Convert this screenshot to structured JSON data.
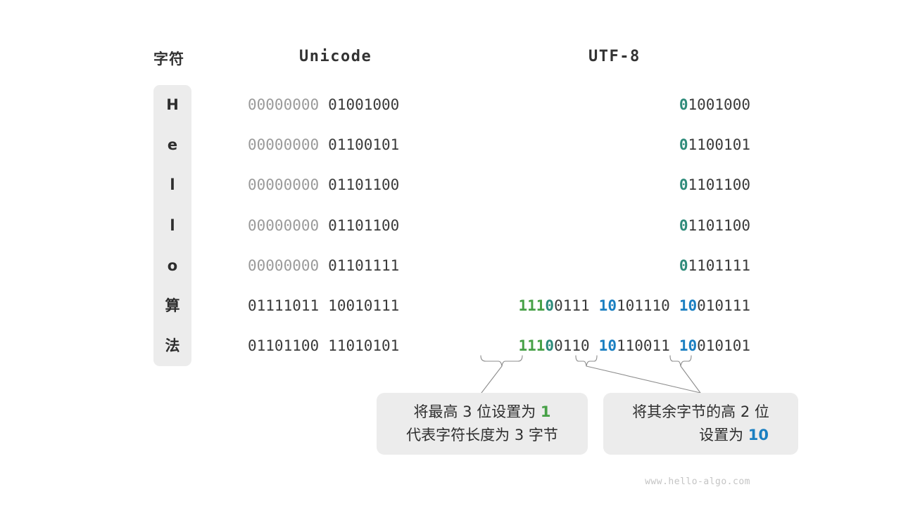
{
  "headers": {
    "character": "字符",
    "unicode": "Unicode",
    "utf8": "UTF-8"
  },
  "rows": [
    {
      "char": "H",
      "unicode_high": "00000000",
      "unicode_low": "01001000",
      "utf8_bytes": [
        {
          "marker": "0",
          "marker_color": "teal",
          "payload": "1001000"
        }
      ]
    },
    {
      "char": "e",
      "unicode_high": "00000000",
      "unicode_low": "01100101",
      "utf8_bytes": [
        {
          "marker": "0",
          "marker_color": "teal",
          "payload": "1100101"
        }
      ]
    },
    {
      "char": "l",
      "unicode_high": "00000000",
      "unicode_low": "01101100",
      "utf8_bytes": [
        {
          "marker": "0",
          "marker_color": "teal",
          "payload": "1101100"
        }
      ]
    },
    {
      "char": "l",
      "unicode_high": "00000000",
      "unicode_low": "01101100",
      "utf8_bytes": [
        {
          "marker": "0",
          "marker_color": "teal",
          "payload": "1101100"
        }
      ]
    },
    {
      "char": "o",
      "unicode_high": "00000000",
      "unicode_low": "01101111",
      "utf8_bytes": [
        {
          "marker": "0",
          "marker_color": "teal",
          "payload": "1101111"
        }
      ]
    },
    {
      "char": "算",
      "unicode_high": "01111011",
      "unicode_low": "10010111",
      "utf8_bytes": [
        {
          "marker": "111",
          "marker_color": "green",
          "marker2": "0",
          "marker2_color": "teal",
          "payload": "0111"
        },
        {
          "marker": "10",
          "marker_color": "blue",
          "payload": "101110"
        },
        {
          "marker": "10",
          "marker_color": "blue",
          "payload": "010111"
        }
      ]
    },
    {
      "char": "法",
      "unicode_high": "01101100",
      "unicode_low": "11010101",
      "utf8_bytes": [
        {
          "marker": "111",
          "marker_color": "green",
          "marker2": "0",
          "marker2_color": "teal",
          "payload": "0110"
        },
        {
          "marker": "10",
          "marker_color": "blue",
          "payload": "110011"
        },
        {
          "marker": "10",
          "marker_color": "blue",
          "payload": "010101"
        }
      ]
    }
  ],
  "callouts": [
    {
      "line1_prefix": "将最高 3 位设置为 ",
      "line1_highlight": "1",
      "line1_highlight_color": "green",
      "line2": "代表字符长度为 3 字节"
    },
    {
      "line1": "将其余字节的高 2 位",
      "line2_prefix": "设置为 ",
      "line2_highlight": "10",
      "line2_highlight_color": "blue"
    }
  ],
  "watermark": "www.hello-algo.com",
  "colors": {
    "teal": "#2e8b7a",
    "green": "#46a046",
    "blue": "#1a7fc1",
    "dim": "#9a9a9a",
    "dark": "#3a3a3a",
    "panel": "#ececec"
  }
}
